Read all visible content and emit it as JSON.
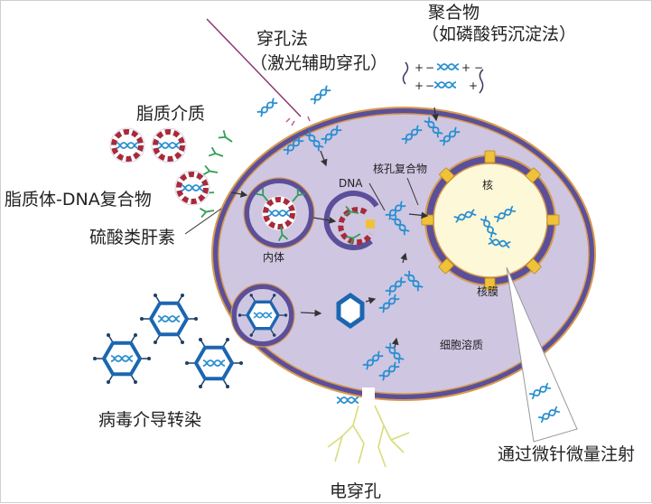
{
  "labels": {
    "perforation": "穿孔法",
    "laser": "（激光辅助穿孔）",
    "polymer": "聚合物",
    "calcium": "（如磷酸钙沉淀法）",
    "liposome": "脂质介质",
    "lipoplex": "脂质体-DNA复合物",
    "heparan": "硫酸类肝素",
    "dna": "DNA",
    "npc": "核孔复合物",
    "nucleus": "核",
    "endosome": "内体",
    "envelope": "核膜",
    "cytosol": "细胞溶质",
    "viral": "病毒介导转染",
    "microinjection": "通过微针微量注射",
    "electroporation": "电穿孔"
  },
  "polymer_charges": [
    "+",
    "−",
    "+",
    "−",
    "+",
    "−",
    "+"
  ],
  "colors": {
    "cell_fill": "#cfc6e2",
    "cell_membrane": "#5c4f9a",
    "membrane_outline": "#d79b4d",
    "nucleus_fill": "#fdf8d8",
    "nuclear_pore": "#f0c23a",
    "dna": "#2a8fd1",
    "liposome_red": "#a82a3c",
    "heparan_green": "#2f9e56",
    "virus_blue": "#1c66b0",
    "electro_yellow": "#d8dc7a"
  },
  "icons": [
    "dna-helix-icon",
    "liposome-icon",
    "virus-capsid-icon",
    "micro-needle-icon",
    "heparan-sulfate-icon",
    "nuclear-pore-icon"
  ]
}
